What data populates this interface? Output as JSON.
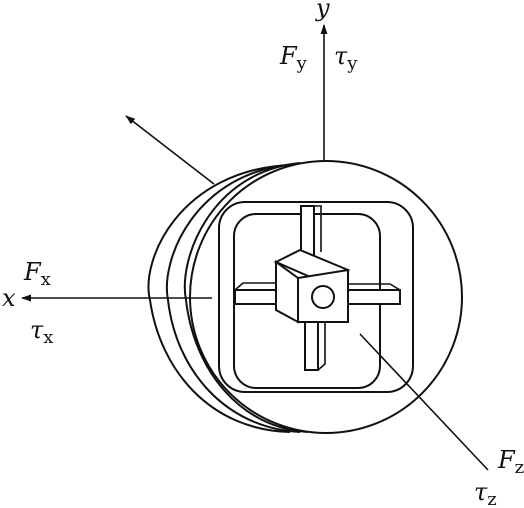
{
  "labels": {
    "y_axis": "y",
    "x_axis": "x",
    "Fy": {
      "base": "F",
      "sub": "y"
    },
    "tauy": {
      "base": "τ",
      "sub": "y"
    },
    "Fx": {
      "base": "F",
      "sub": "x"
    },
    "taux": {
      "base": "τ",
      "sub": "x"
    },
    "Fz": {
      "base": "F",
      "sub": "z"
    },
    "tauz": {
      "base": "τ",
      "sub": "z"
    }
  }
}
